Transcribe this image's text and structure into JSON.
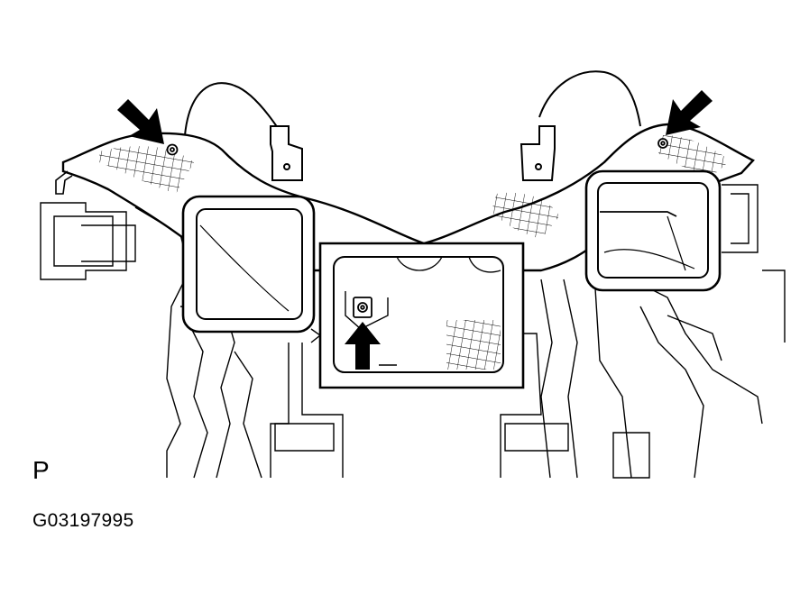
{
  "diagram": {
    "view_label": "P",
    "figure_code": "G03197995",
    "colors": {
      "line": "#000000",
      "background": "#ffffff"
    },
    "callouts": [
      {
        "name": "left-clip-arrow",
        "icon": "arrow-down-right-icon"
      },
      {
        "name": "right-clip-arrow",
        "icon": "arrow-down-left-icon"
      },
      {
        "name": "center-clip-arrow",
        "icon": "arrow-up-icon"
      }
    ]
  }
}
